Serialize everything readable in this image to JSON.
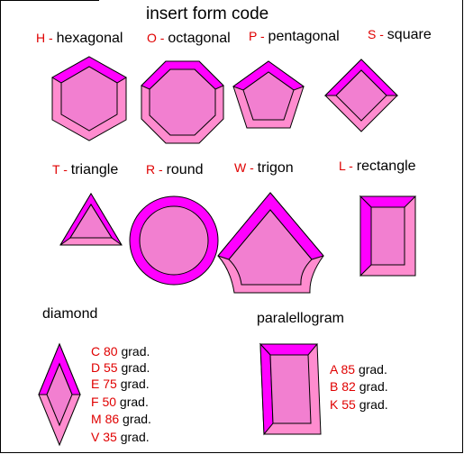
{
  "title": "insert form code",
  "shapes": [
    {
      "code": "H",
      "sep": " - ",
      "name": "hexagonal"
    },
    {
      "code": "O",
      "sep": " - ",
      "name": "octagonal"
    },
    {
      "code": "P",
      "sep": " - ",
      "name": "pentagonal"
    },
    {
      "code": "S",
      "sep": " - ",
      "name": "square"
    },
    {
      "code": "T",
      "sep": " - ",
      "name": "triangle"
    },
    {
      "code": "R",
      "sep": " - ",
      "name": "round"
    },
    {
      "code": "W",
      "sep": " - ",
      "name": "trigon"
    },
    {
      "code": "L",
      "sep": " - ",
      "name": "rectangle"
    }
  ],
  "diamond": {
    "label": "diamond",
    "angles": [
      {
        "code": "C",
        "value": "80",
        "unit": "grad."
      },
      {
        "code": "D",
        "value": "55",
        "unit": "grad."
      },
      {
        "code": "E",
        "value": "75",
        "unit": "grad."
      },
      {
        "code": "F",
        "value": "50",
        "unit": "grad."
      },
      {
        "code": "M",
        "value": "86",
        "unit": "grad."
      },
      {
        "code": "V",
        "value": "35",
        "unit": "grad."
      }
    ]
  },
  "parallelogram": {
    "label": "paralellogram",
    "angles": [
      {
        "code": "A",
        "value": "85",
        "unit": "grad."
      },
      {
        "code": "B",
        "value": "82",
        "unit": "grad."
      },
      {
        "code": "K",
        "value": "55",
        "unit": "grad."
      }
    ]
  },
  "colors": {
    "face": "#f27fd0",
    "bevel_dark": "#ff00ff",
    "bevel_light": "#ff8ccf",
    "code_red": "#e00000",
    "outline": "#000000"
  }
}
